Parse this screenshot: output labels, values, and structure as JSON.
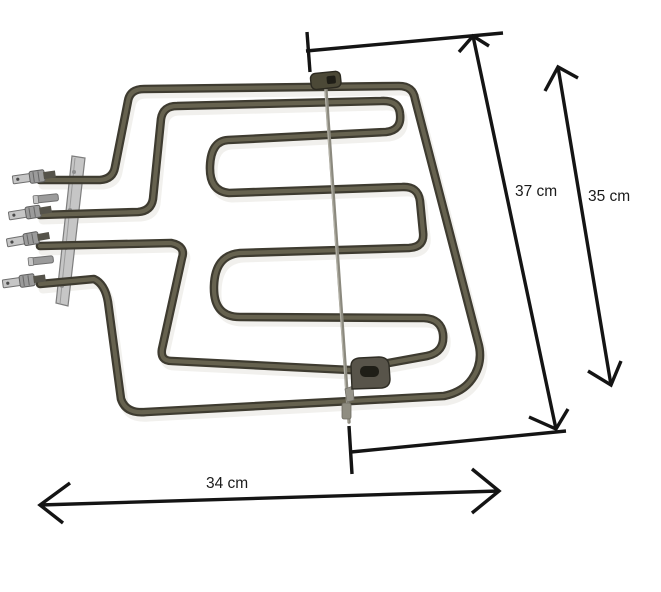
{
  "figure": {
    "alt": "Dual-circuit oven grill heating element on a white background with hand-drawn measurement arrows"
  },
  "annotations": {
    "inner_height": {
      "label": "37 cm",
      "value_cm": 37
    },
    "outer_height": {
      "label": "35 cm",
      "value_cm": 35
    },
    "width": {
      "label": "34 cm",
      "value_cm": 34
    }
  },
  "colors": {
    "background": "#ffffff",
    "annotation": "#141414",
    "tube_edge": "#3e3b30",
    "tube_core": "#66624f",
    "metal_light": "#c6c6c6",
    "metal_mid": "#9b9b9b",
    "metal_dark": "#7e7e7e",
    "rod": "#8b897e",
    "clip_dark": "#4c4937"
  }
}
